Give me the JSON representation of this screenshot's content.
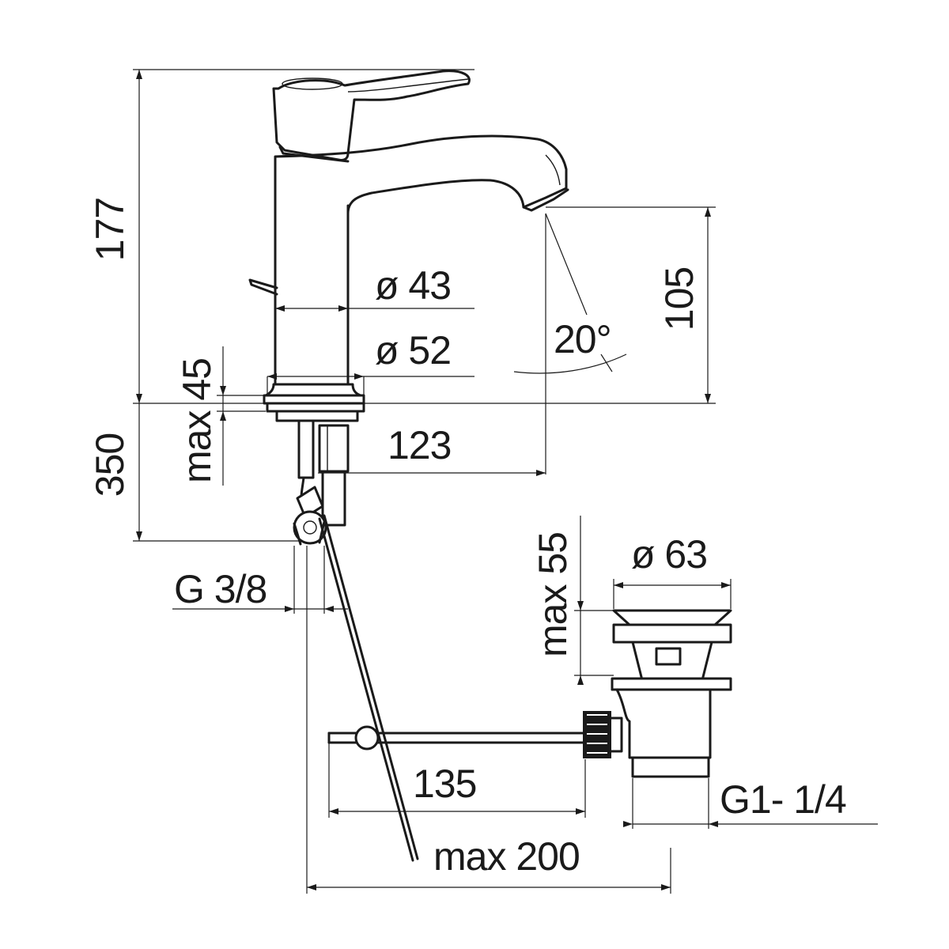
{
  "dimensions": {
    "total_height": "177",
    "spout_height": "105",
    "spout_angle": "20°",
    "body_diameter": "ø 43",
    "base_diameter": "ø 52",
    "spout_reach": "123",
    "deck_thickness": "max 45",
    "hose_length": "350",
    "inlet_thread": "G 3/8",
    "waste_height": "max 55",
    "waste_diameter": "ø 63",
    "waste_thread": "G1- 1/4",
    "rod_length": "135",
    "rod_max_length": "max 200"
  }
}
